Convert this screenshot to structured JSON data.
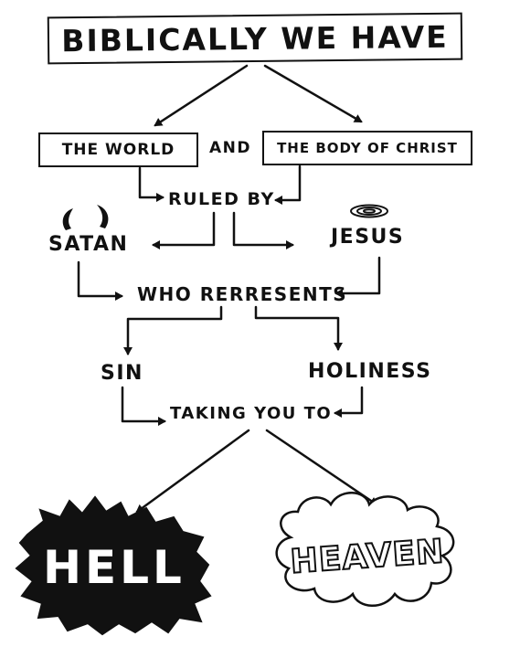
{
  "title": "BIBLICALLY WE HAVE",
  "boxes": {
    "world": "THE WORLD",
    "and": "AND",
    "body_of_christ": "THE BODY OF CHRIST"
  },
  "flow": {
    "ruled_by": "RULED BY",
    "satan": "SATAN",
    "jesus": "JESUS",
    "who_represents": "WHO RERRESENTS",
    "sin": "SIN",
    "holiness": "HOLINESS",
    "taking_you_to": "TAKING YOU TO"
  },
  "destinations": {
    "hell": "HELL",
    "heaven": "HEAVEN"
  },
  "icons": {
    "satan": "devil-horns-icon",
    "jesus": "halo-icon"
  }
}
